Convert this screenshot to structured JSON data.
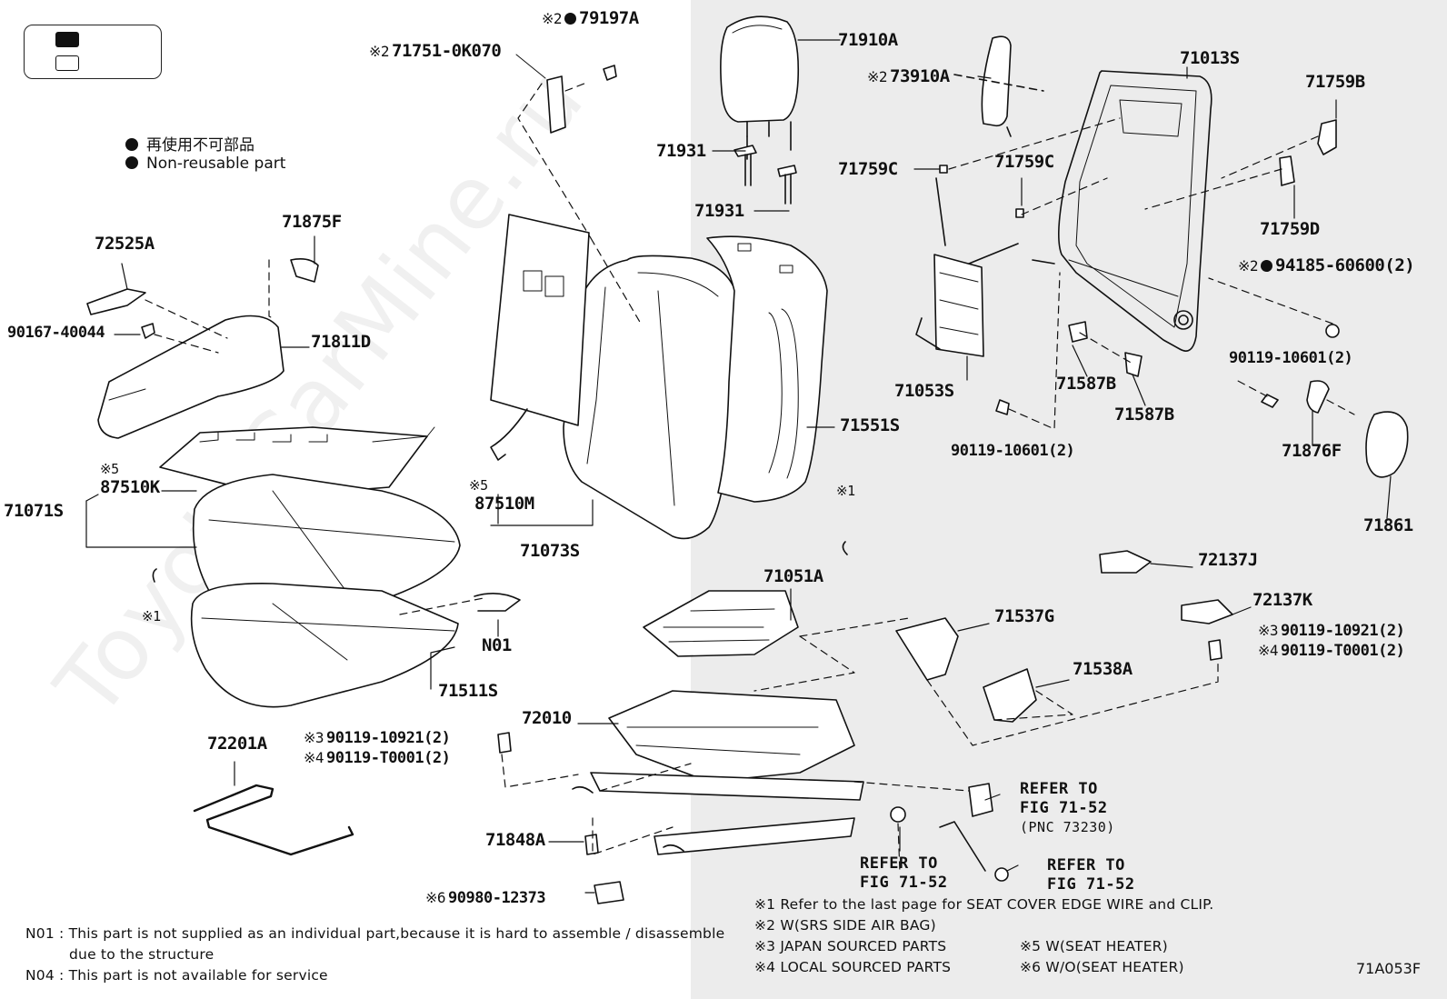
{
  "labels": {
    "p79197A": "79197A",
    "p71751": "71751-0K070",
    "p71910A": "71910A",
    "p73910A": "73910A",
    "p71013S": "71013S",
    "p71759B": "71759B",
    "p71931a": "71931",
    "p71931b": "71931",
    "p71759C_a": "71759C",
    "p71759C_b": "71759C",
    "p71759D": "71759D",
    "p94185": "94185-60600(2)",
    "p71875F": "71875F",
    "p72525A": "72525A",
    "p90167": "90167-40044",
    "p71811D": "71811D",
    "p71053S": "71053S",
    "p71587B_a": "71587B",
    "p71587B_b": "71587B",
    "p90119_10601_a": "90119-10601(2)",
    "p90119_10601_b": "90119-10601(2)",
    "p71876F": "71876F",
    "p71551S": "71551S",
    "p87510K": "87510K",
    "p71071S": "71071S",
    "p87510M": "87510M",
    "p71073S": "71073S",
    "p71861": "71861",
    "p72137J": "72137J",
    "p72137K": "72137K",
    "p71051A": "71051A",
    "p71537G": "71537G",
    "pN01": "N01",
    "p71511S": "71511S",
    "p90119_10921_r": "90119-10921(2)",
    "p90119_T0001_r": "90119-T0001(2)",
    "p71538A": "71538A",
    "p72010": "72010",
    "p72201A": "72201A",
    "p90119_10921_l": "90119-10921(2)",
    "p90119_T0001_l": "90119-T0001(2)",
    "p71848A": "71848A",
    "p90980": "90980-12373"
  },
  "marks": {
    "m2": "※2",
    "m3": "※3",
    "m4": "※4",
    "m5": "※5",
    "m6": "※6",
    "m1": "※1"
  },
  "refs": {
    "r1_line1": "REFER TO",
    "r1_line2": "FIG 71-52",
    "r1_line3": "(PNC 73230)",
    "r2_line1": "REFER TO",
    "r2_line2": "FIG 71-52",
    "r3_line1": "REFER TO",
    "r3_line2": "FIG 71-52"
  },
  "nonreusable": {
    "jp": "再使用不可部品",
    "en": "Non-reusable part"
  },
  "notes": {
    "n01a": "N01 : This part is not supplied as an individual part,because it is hard to assemble / disassemble",
    "n01b": "due to the structure",
    "n04": "N04 : This part is not available for service",
    "k1": "※1   Refer to the last page for SEAT COVER EDGE WIRE and CLIP.",
    "k2": "※2   W(SRS SIDE AIR BAG)",
    "k3": "※3   JAPAN SOURCED PARTS",
    "k4": "※4   LOCAL SOURCED PARTS",
    "k5": "※5   W(SEAT HEATER)",
    "k6": "※6   W/O(SEAT HEATER)"
  },
  "figure_code": "71A053F",
  "watermark": "ToyotaCarMine.ru"
}
